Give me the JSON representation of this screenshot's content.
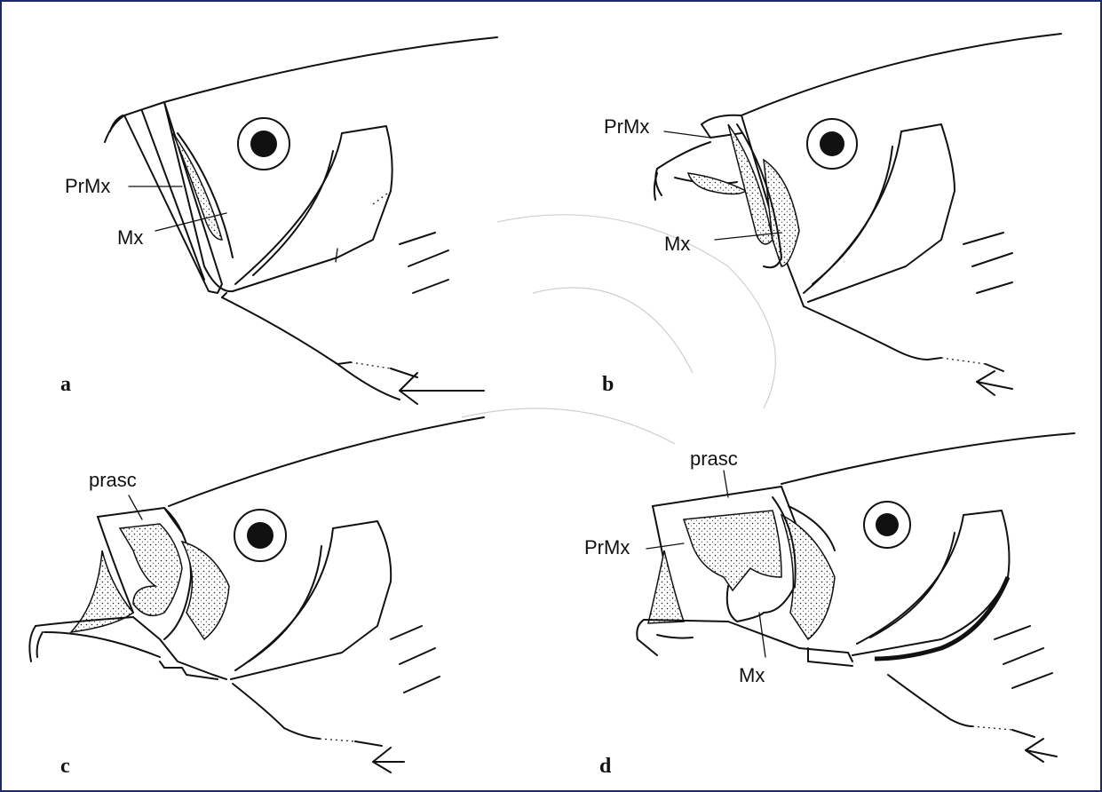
{
  "panels": [
    {
      "letter": "a",
      "labels": {
        "premaxilla": "PrMx",
        "maxilla": "Mx"
      }
    },
    {
      "letter": "b",
      "labels": {
        "premaxilla": "PrMx",
        "maxilla": "Mx"
      }
    },
    {
      "letter": "c",
      "labels": {
        "ascending_process": "prasc"
      }
    },
    {
      "letter": "d",
      "labels": {
        "ascending_process": "prasc",
        "premaxilla": "PrMx",
        "maxilla": "Mx"
      }
    }
  ],
  "colors": {
    "ink": "#111111",
    "border": "#1a2a6c",
    "background": "#ffffff"
  }
}
